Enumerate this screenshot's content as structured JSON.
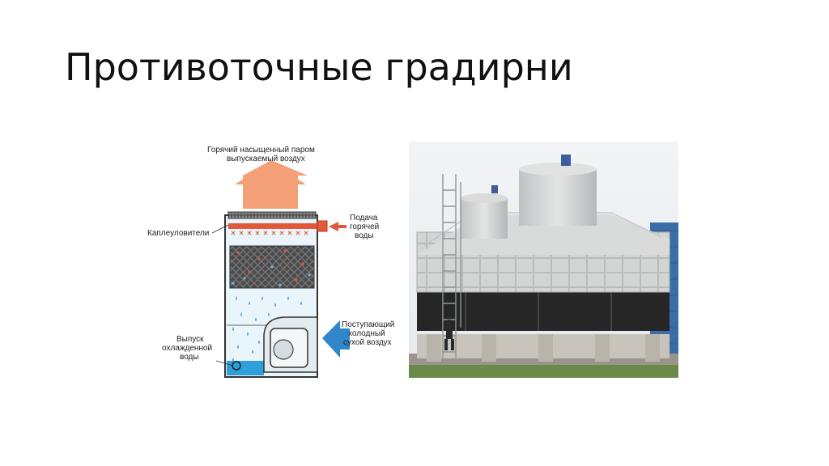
{
  "slide": {
    "title": "Противоточные градирни"
  },
  "diagram": {
    "labels": {
      "exhaust_line1": "Горячий насыщенный паром",
      "exhaust_line2": "выпускаемый воздух",
      "drift_eliminators": "Каплеуловители",
      "hot_water_line1": "Подача",
      "hot_water_line2": "горячей",
      "hot_water_line3": "воды",
      "outlet_line1": "Выпуск",
      "outlet_line2": "охлажденной",
      "outlet_line3": "воды",
      "inlet_line1": "Поступающий",
      "inlet_line2": "холодный",
      "inlet_line3": "сухой воздух"
    },
    "colors": {
      "exhaust_arrow": "#f3a079",
      "hot_water_pipe": "#e2583a",
      "fill_media": "#4b4b4b",
      "water_basin": "#2f9fdc",
      "inlet_arrow": "#2f86c8",
      "tower_body": "#eaf5fb"
    }
  },
  "photo": {
    "icons": [
      "cooling-tower-photo"
    ]
  }
}
